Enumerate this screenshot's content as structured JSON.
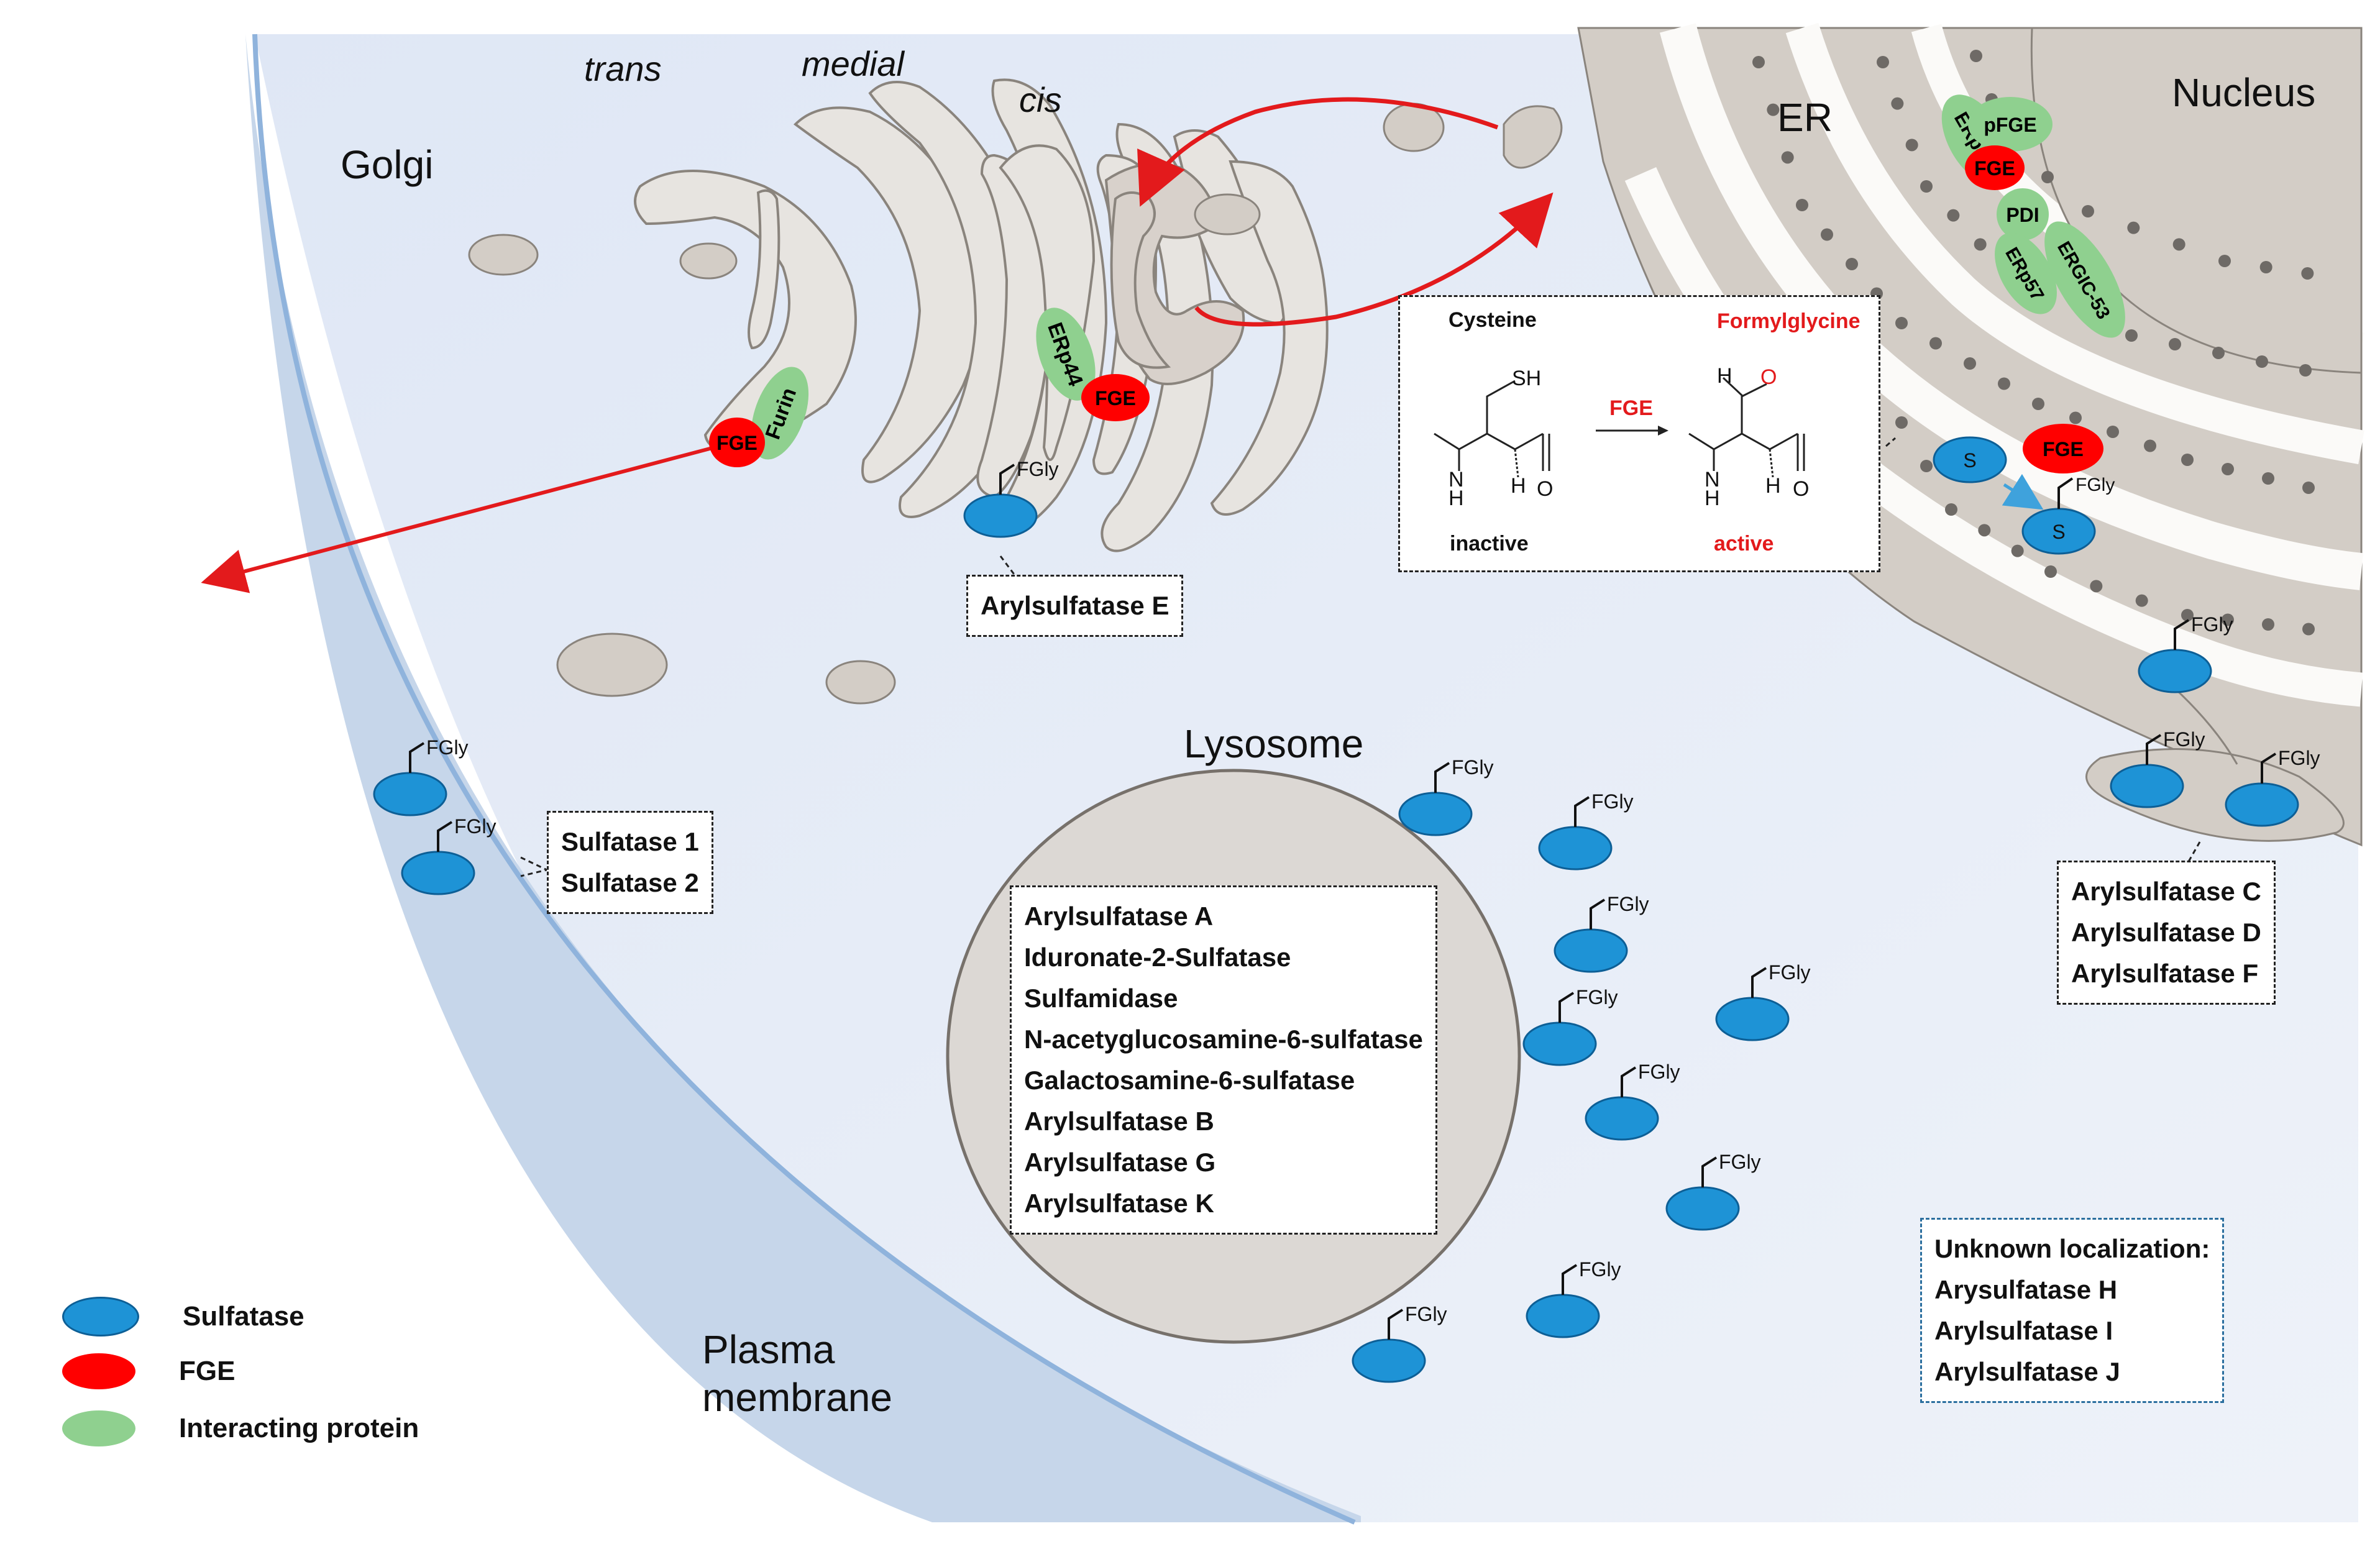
{
  "labels": {
    "golgi": "Golgi",
    "trans": "trans",
    "medial": "medial",
    "cis": "cis",
    "er": "ER",
    "nucleus": "Nucleus",
    "lysosome": "Lysosome",
    "plasma_membrane_1": "Plasma",
    "plasma_membrane_2": "membrane",
    "fgly": "FGly",
    "s": "S"
  },
  "proteins": {
    "furin": "Furin",
    "fge": "FGE",
    "erp44": "ERp44",
    "pfge": "pFGE",
    "pdi": "PDI",
    "erp57": "ERp57",
    "ergic53": "ERGIC-53"
  },
  "chemistry": {
    "left_title": "Cysteine",
    "right_title": "Formylglycine",
    "arrow_label": "FGE",
    "left_state": "inactive",
    "right_state": "active",
    "sh": "SH",
    "n": "N",
    "h": "H",
    "o": "O"
  },
  "boxes": {
    "arylsulfatase_e": [
      "Arylsulfatase E"
    ],
    "sulfatases_pm": [
      "Sulfatase 1",
      "Sulfatase 2"
    ],
    "lysosome_list": [
      "Arylsulfatase A",
      "Iduronate-2-Sulfatase",
      "Sulfamidase",
      "N-acetyglucosamine-6-sulfatase",
      "Galactosamine-6-sulfatase",
      "Arylsulfatase B",
      "Arylsulfatase G",
      "Arylsulfatase K"
    ],
    "er_list": [
      "Arylsulfatase C",
      "Arylsulfatase D",
      "Arylsulfatase F"
    ],
    "unknown": [
      "Unknown localization:",
      "Arysulfatase H",
      "Arylsulfatase I",
      "Arylsulfatase J"
    ]
  },
  "legend": [
    {
      "label": "Sulfatase",
      "color": "#1e93d6"
    },
    {
      "label": "FGE",
      "color": "#ff0000"
    },
    {
      "label": "Interacting protein",
      "color": "#8fd08f"
    }
  ],
  "colors": {
    "sulfatase": "#1e93d6",
    "fge": "#ff0000",
    "interacting": "#8fd08f",
    "organelle": "#d6d1cb",
    "cytoplasm": "#e4ebf6",
    "membrane": "#a9c3df",
    "arrow": "#e31a1c"
  }
}
